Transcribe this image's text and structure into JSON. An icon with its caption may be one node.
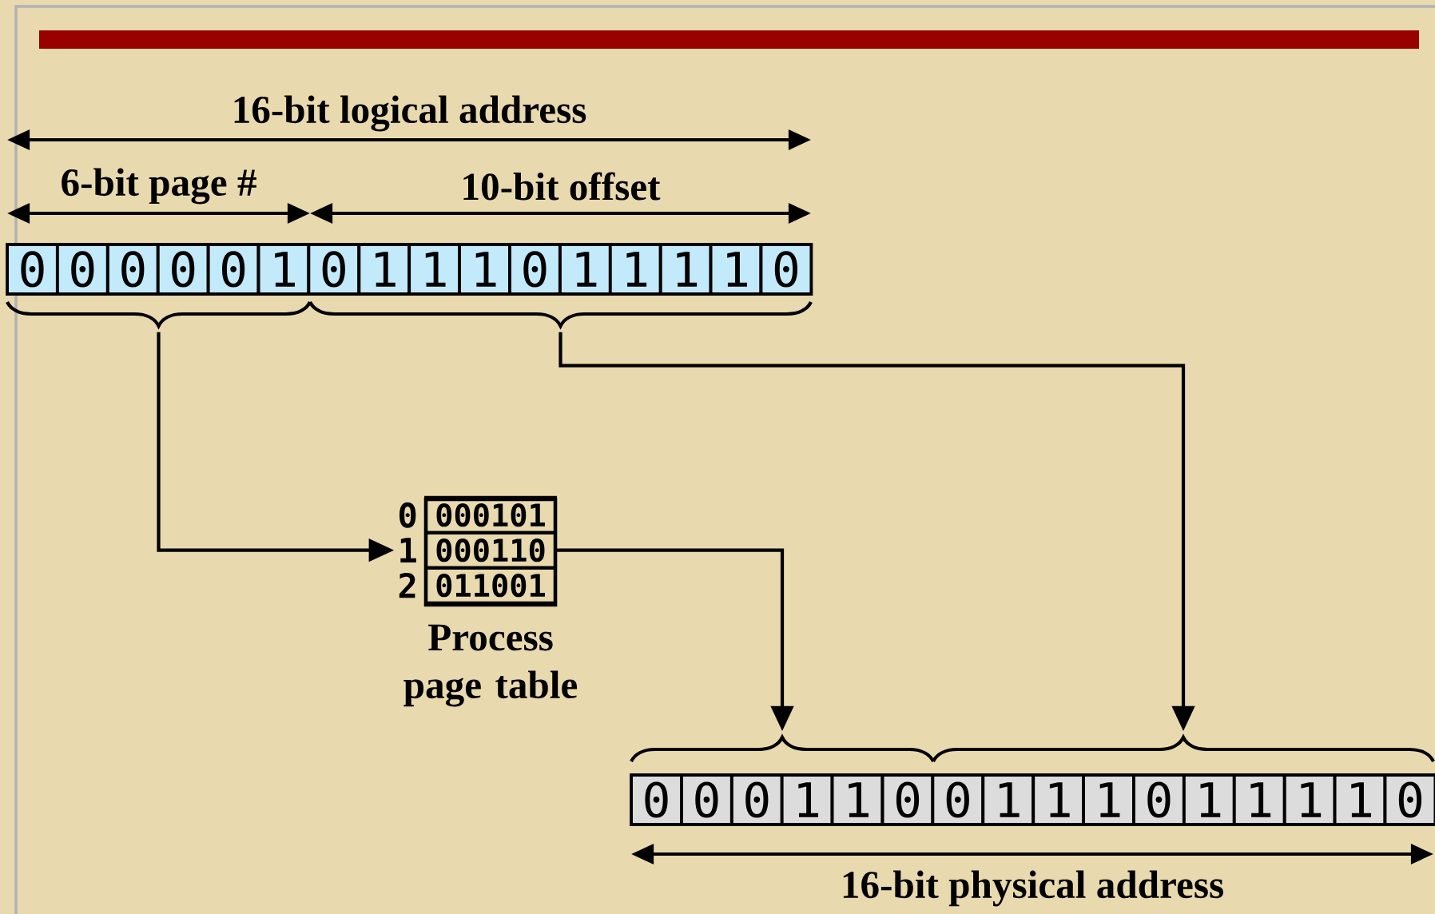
{
  "diagram": {
    "nodes": [
      {
        "text": [
          "0"
        ]
      },
      {
        "text": [
          "0"
        ]
      },
      {
        "text": [
          "0"
        ]
      },
      {
        "text": [
          "0"
        ]
      },
      {
        "text": [
          "0"
        ]
      },
      {
        "text": [
          "1"
        ]
      },
      {
        "text": [
          "0"
        ]
      },
      {
        "text": [
          "1"
        ]
      },
      {
        "text": [
          "1"
        ]
      },
      {
        "text": [
          "1"
        ]
      },
      {
        "text": [
          "0"
        ]
      },
      {
        "text": [
          "1"
        ]
      },
      {
        "text": [
          "1"
        ]
      },
      {
        "text": [
          "1"
        ]
      },
      {
        "text": [
          "1"
        ]
      },
      {
        "text": [
          "0"
        ]
      },
      {
        "text": [],
        "shape": "brace"
      },
      {
        "text": [],
        "shape": "brace"
      },
      {
        "text": [
          "Process page table"
        ]
      },
      {
        "text": [
          "000101"
        ],
        "in": 18,
        "beside": [
          "0"
        ]
      },
      {
        "text": [
          "000110"
        ],
        "in": 18,
        "beside": [
          "1"
        ]
      },
      {
        "text": [
          "011001"
        ],
        "in": 18,
        "beside": [
          "2"
        ]
      },
      {
        "text": [],
        "shape": "brace"
      },
      {
        "text": [],
        "shape": "brace"
      },
      {
        "text": [
          "0"
        ]
      },
      {
        "text": [
          "0"
        ]
      },
      {
        "text": [
          "0"
        ]
      },
      {
        "text": [
          "1"
        ]
      },
      {
        "text": [
          "1"
        ]
      },
      {
        "text": [
          "0"
        ]
      },
      {
        "text": [
          "0"
        ]
      },
      {
        "text": [
          "1"
        ]
      },
      {
        "text": [
          "1"
        ]
      },
      {
        "text": [
          "1"
        ]
      },
      {
        "text": [
          "0"
        ]
      },
      {
        "text": [
          "1"
        ]
      },
      {
        "text": [
          "1"
        ]
      },
      {
        "text": [
          "1"
        ]
      },
      {
        "text": [
          "1"
        ]
      },
      {
        "text": [
          "0"
        ]
      }
    ],
    "edges": [
      {
        "from": 16,
        "to": 20,
        "arrow": "to"
      },
      {
        "from": 20,
        "to": 22,
        "arrow": "to"
      },
      {
        "from": 17,
        "to": 23,
        "arrow": "to"
      }
    ],
    "labels": [
      "16-bit logical address",
      "6-bit page #",
      "10-bit offset",
      "16-bit physical address"
    ]
  }
}
